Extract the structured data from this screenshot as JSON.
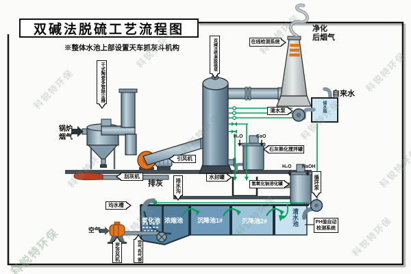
{
  "title": "双碱法脱硫工艺流程图",
  "note": "※整体水池上部设置天车抓灰斗机构",
  "watermark_text": "科锐特环保",
  "colors": {
    "pipe_green": "#00a05a",
    "fan_orange": "#e1761f",
    "pool_deep": "#54809f",
    "pool_settle1": "#6f9abb",
    "pool_settle2": "#9dc3d9",
    "pool_clear": "#c9e2f0"
  },
  "plain_labels": {
    "boiler_gas_l1": "锅炉",
    "boiler_gas_l2": "烟气",
    "clean_gas_l1": "净化",
    "clean_gas_l2": "后烟气",
    "tap_water": "自来水",
    "ash_discharge": "排灰",
    "air": "空气",
    "h2o": "H₂O",
    "cao": "CaO",
    "naoh": "NaOH",
    "storage_tank": "储水箱"
  },
  "callouts": {
    "dust_collector": "干式陶瓷多管除尘器",
    "spray_tower": "双碱法喷淋脱硫塔",
    "online_detection": "在线检测系统",
    "id_fan": "引风机",
    "scraper": "刮灰机",
    "clean_water_pump": "清水泵",
    "lime_tank": "石灰熟化搅拌罐",
    "water_seal_tank": "水封罐",
    "drain_ditch": "排水沟",
    "naoh_tank": "氢氧化钠溶化罐",
    "circulation_pump": "循环泵",
    "equalization_tank": "均水槽",
    "roots_blower": "罗茨风机",
    "air_distribution_pipe": "空气布气管",
    "ph_system_l1": "PH值自动",
    "ph_system_l2": "检测系统"
  },
  "pools": [
    {
      "name": "氧化池"
    },
    {
      "name": "浓缩池"
    },
    {
      "name": "沉降池1#"
    },
    {
      "name": "沉降池2#"
    },
    {
      "name": "清水池"
    }
  ]
}
